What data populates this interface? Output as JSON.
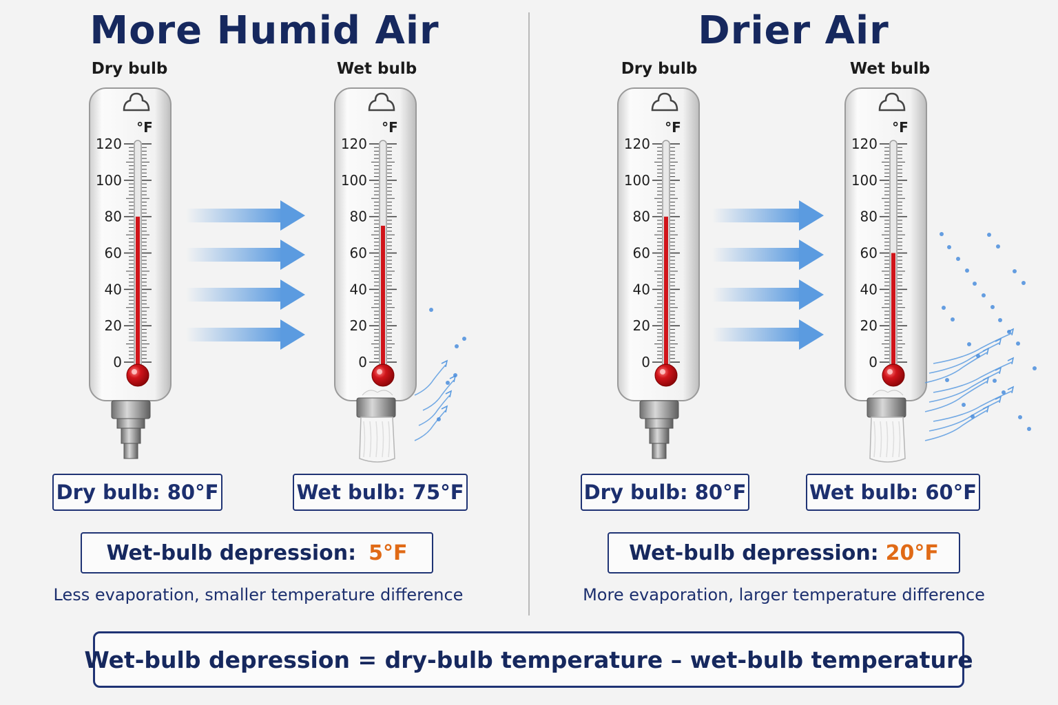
{
  "panels": [
    {
      "title": "More Humid Air",
      "dry": {
        "label": "Dry bulb",
        "value_f": 80,
        "reading": "Dry bulb: 80°F"
      },
      "wet": {
        "label": "Wet bulb",
        "value_f": 75,
        "reading": "Wet bulb: 75°F"
      },
      "depression": {
        "label": "Wet-bulb depression:",
        "value": "5°F"
      },
      "caption": "Less evaporation, smaller temperature difference",
      "evaporation_level": "low"
    },
    {
      "title": "Drier Air",
      "dry": {
        "label": "Dry bulb",
        "value_f": 80,
        "reading": "Dry bulb: 80°F"
      },
      "wet": {
        "label": "Wet bulb",
        "value_f": 60,
        "reading": "Wet bulb: 60°F"
      },
      "depression": {
        "label": "Wet-bulb depression:",
        "value": "20°F"
      },
      "caption": "More evaporation, larger temperature difference",
      "evaporation_level": "high"
    }
  ],
  "scale": {
    "unit": "°F",
    "ticks": [
      "0",
      "20",
      "40",
      "60",
      "80",
      "100",
      "120"
    ],
    "min": 0,
    "max": 120
  },
  "formula": "Wet-bulb depression = dry-bulb temperature – wet-bulb temperature",
  "colors": {
    "navy": "#16285e",
    "accent": "#e06a16",
    "mercury": "#d0141a",
    "arrow": "#5b9be0"
  }
}
